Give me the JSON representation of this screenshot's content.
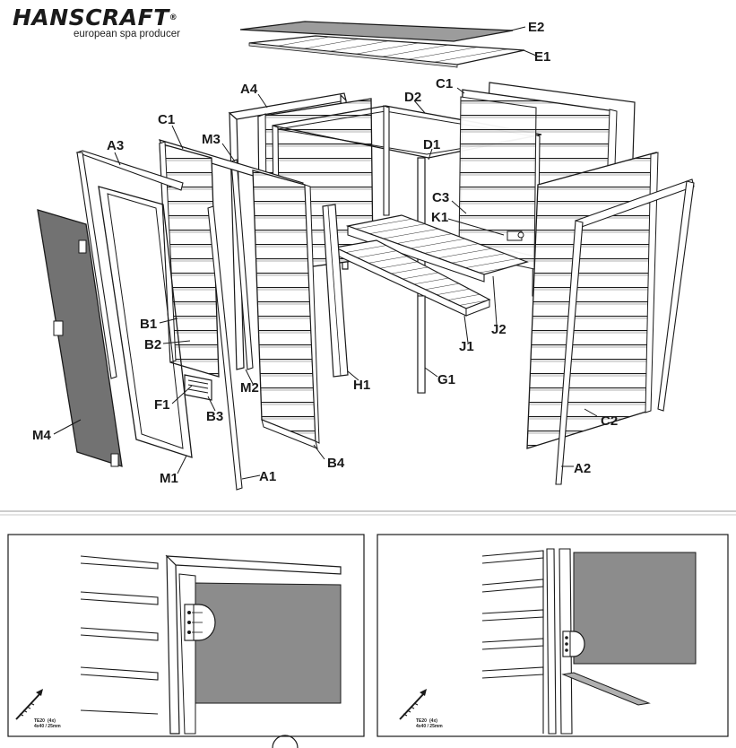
{
  "brand": {
    "name": "HANSCRAFT",
    "registered": "®",
    "tagline": "european spa producer"
  },
  "labels": {
    "E2": "E2",
    "E1": "E1",
    "A4": "A4",
    "C1_top": "C1",
    "D2": "D2",
    "C1_left": "C1",
    "A3": "A3",
    "M3": "M3",
    "D1": "D1",
    "C3": "C3",
    "K1": "K1",
    "B1": "B1",
    "B2": "B2",
    "J2": "J2",
    "J1": "J1",
    "F1": "F1",
    "B3": "B3",
    "M2": "M2",
    "H1": "H1",
    "G1": "G1",
    "C2": "C2",
    "M4": "M4",
    "M1": "M1",
    "A1": "A1",
    "B4": "B4",
    "A2": "A2"
  },
  "details": [
    {
      "screw_code": "TE20",
      "screw_qty": "(4x)",
      "screw_size": "4x40 / 25mm"
    },
    {
      "screw_code": "TE20",
      "screw_qty": "(4x)",
      "screw_size": "4x40 / 25mm"
    }
  ],
  "colors": {
    "line": "#1a1a1a",
    "glass": "#707070",
    "glass_detail": "#8c8c8c",
    "wood": "#ffffff"
  }
}
